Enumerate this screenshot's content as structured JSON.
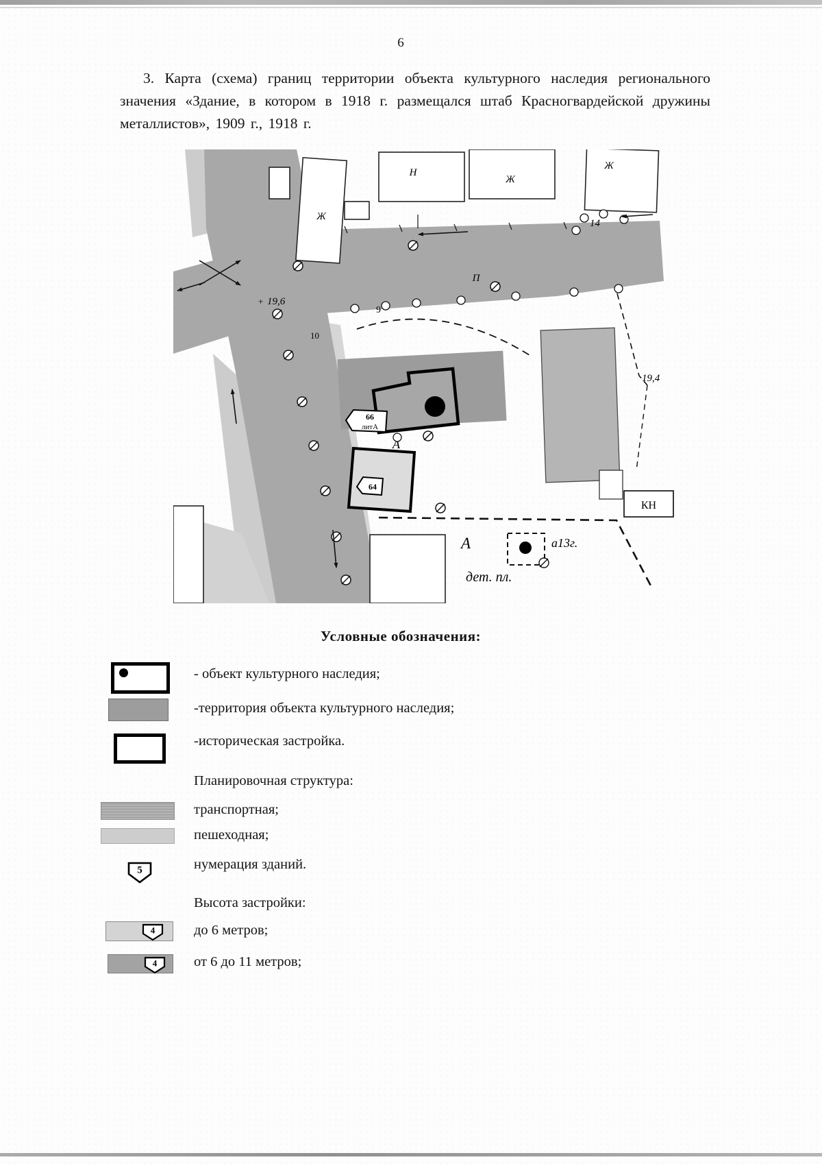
{
  "page_number": "6",
  "heading": "3. Карта (схема) границ территории объекта культурного наследия регионального значения «Здание, в котором в 1918 г. размещался штаб Красногвардейской дружины металлистов», 1909 г., 1918 г.",
  "map": {
    "labels": {
      "elev_196": "19,6",
      "elev_194": "19,4",
      "cross_mark": "+",
      "house_14": "14",
      "num_9": "9",
      "num_10": "10",
      "letter_p": "П",
      "tag66_num": "66",
      "tag66_lit": "литА",
      "tag64": "64",
      "letter_a1": "А",
      "letter_a2": "А",
      "det_pl": "дет. пл.",
      "note": "а13г.",
      "kn": "КН",
      "zh1": "Ж",
      "zh2": "Ж",
      "zh3": "Ж",
      "n1": "Н"
    }
  },
  "legend": {
    "title": "Условные обозначения:",
    "items": [
      {
        "label": "- объект культурного наследия;"
      },
      {
        "label": "-территория объекта культурного наследия;"
      },
      {
        "label": "-историческая застройка."
      }
    ],
    "planning": {
      "title": "Планировочная структура:",
      "transport": "транспортная;",
      "pedestrian": "пешеходная;",
      "numbering": "нумерация зданий.",
      "badge5": "5"
    },
    "height": {
      "title": "Высота застройки:",
      "upto6": "до 6 метров;",
      "from6to11": "от 6 до 11 метров;",
      "badge4a": "4",
      "badge4b": "4"
    }
  },
  "colors": {
    "road_transport": "#a8a8a8",
    "pedestrian": "#cccccc",
    "territory": "#9c9c9c",
    "heritage_fill": "#a7a7a7",
    "historic_fill": "#ffffff"
  }
}
